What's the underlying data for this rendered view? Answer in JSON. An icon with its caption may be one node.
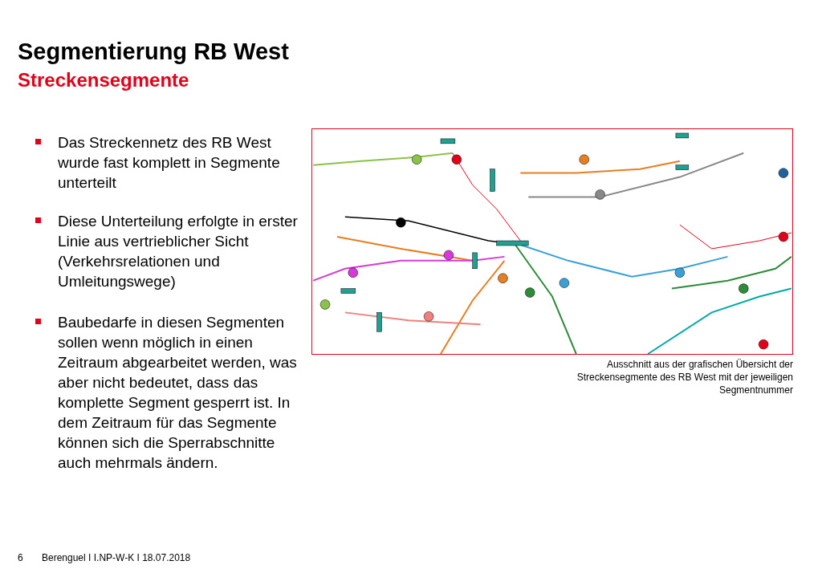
{
  "diagram": {
    "title": "Segmentierung RB West",
    "caption": "Ausschnitt aus der grafischen Übersicht der Streckensegmente des RB West mit der jeweiligen Segmentnummer",
    "labels": [
      "Streckensegmente",
      "Das Streckennetz des RB West wurde fast komplett in Segmente unterteilt",
      "Diese Unterteilung erfolgte in erster Linie aus vertrieblicher Sicht (Verkehrsrelationen und Umleitungswege)",
      "Baubedarfe in diesen Segmenten sollen wenn möglich in einen Zeitraum abgearbeitet werden, was aber nicht bedeutet, dass das komplette Segment gesperrt ist. In dem Zeitraum für das Segmente können sich die Sperrabschnitte auch mehrmals ändern.",
      "6",
      "Berenguel I I.NP-W-K I 18.07.2018"
    ]
  }
}
